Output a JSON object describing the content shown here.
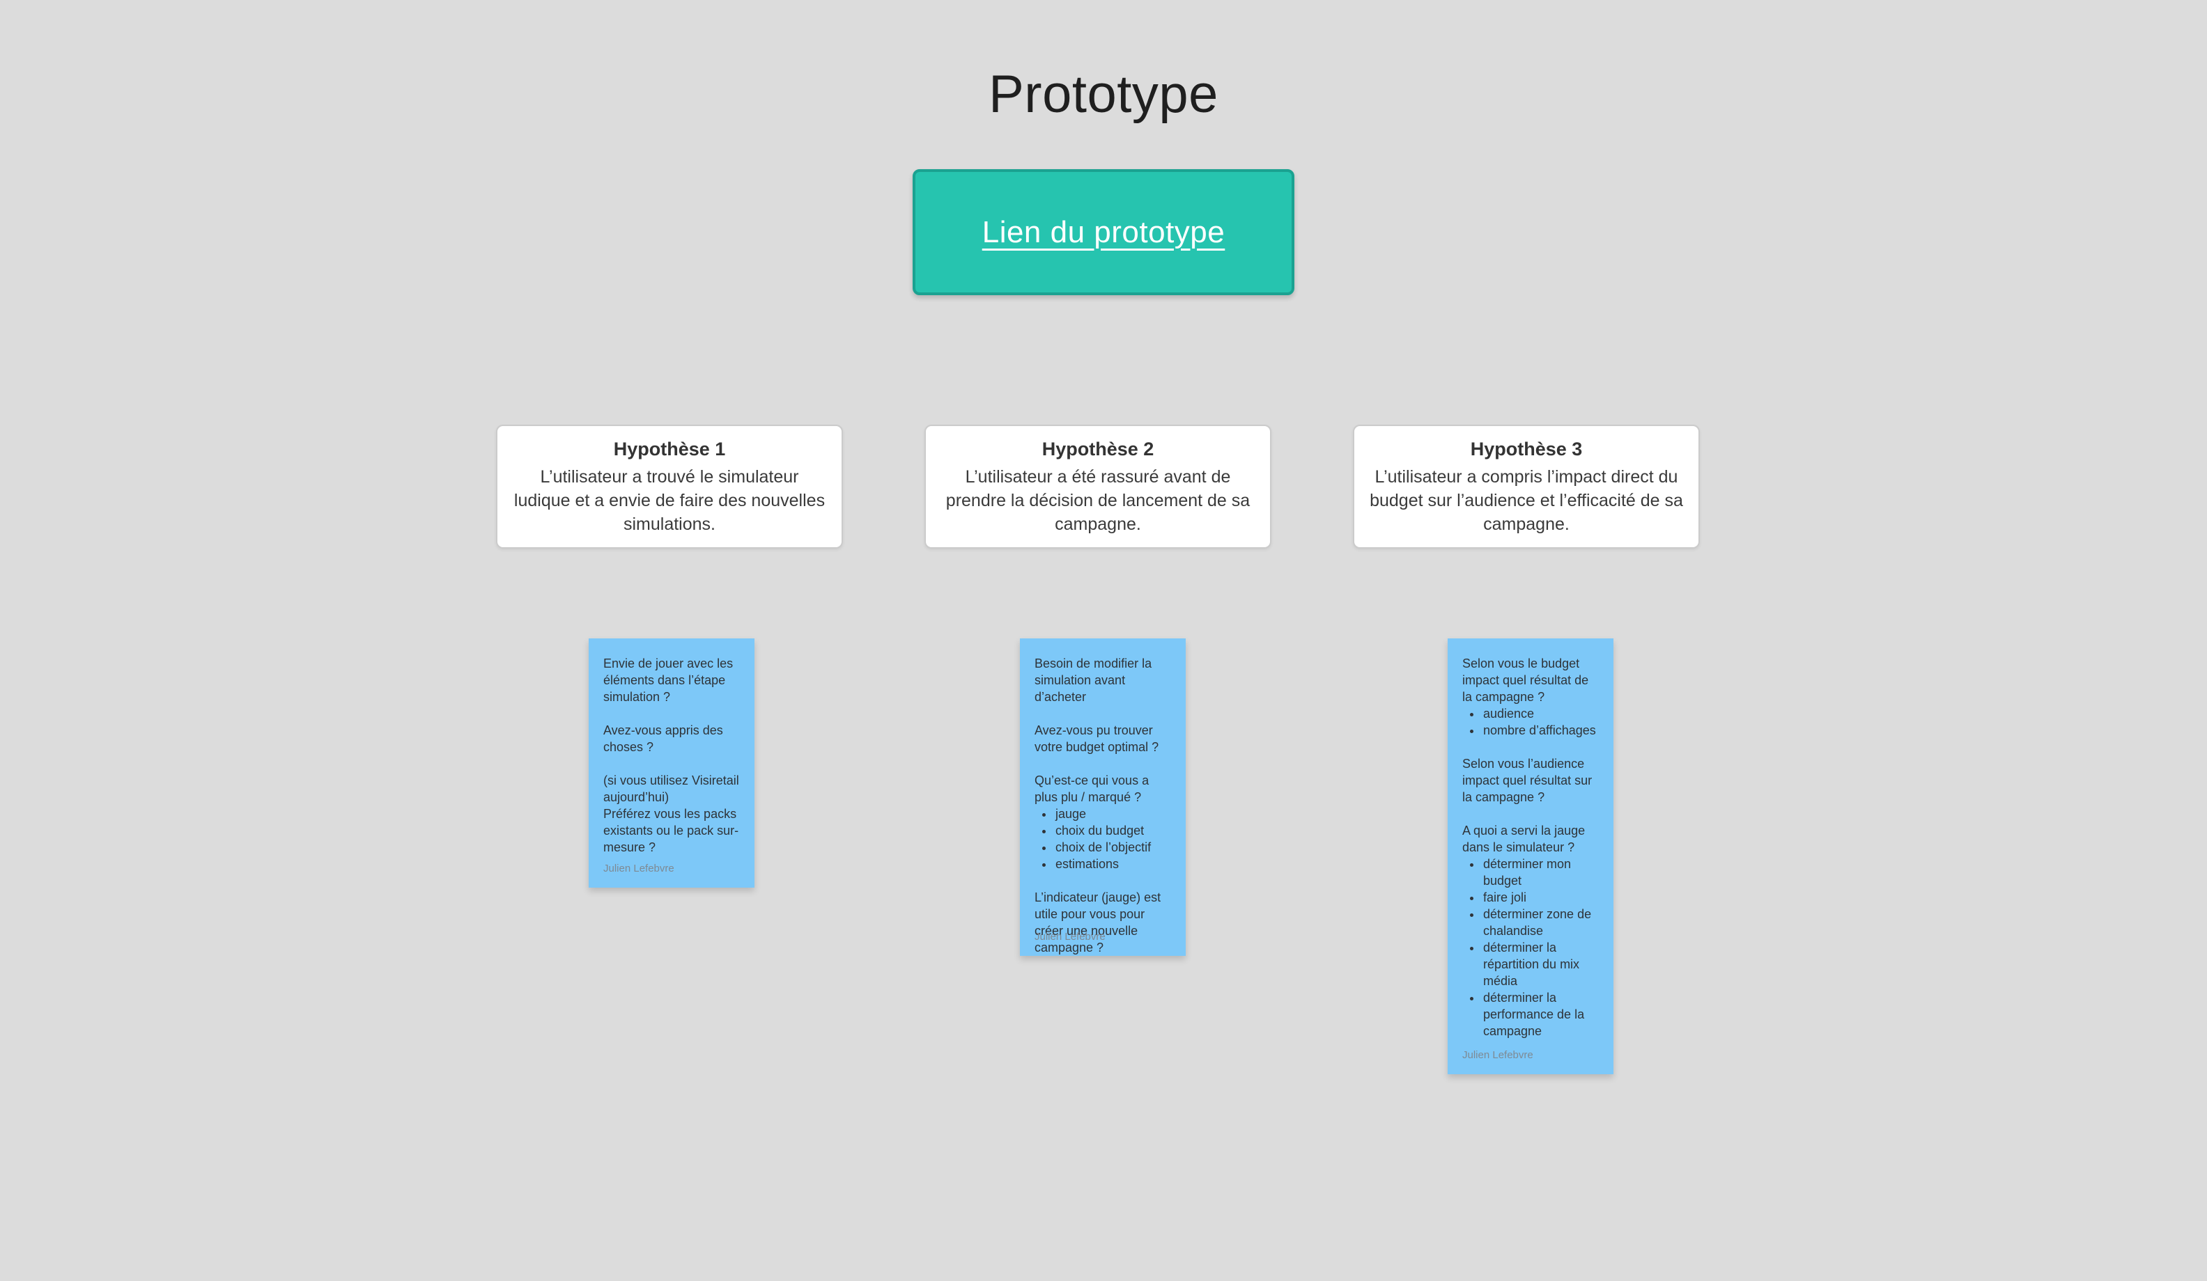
{
  "canvas": {
    "background": "#DCDCDC"
  },
  "title": "Prototype",
  "prototype_button": {
    "label": "Lien du prototype",
    "fill": "#26C4AF",
    "border_color": "#1BA291",
    "text_color": "#FFFFFF"
  },
  "hypothesis_cards": [
    {
      "title": "Hypothèse 1",
      "body": "L’utilisateur a trouvé le simulateur ludique et a envie de faire des nouvelles simulations."
    },
    {
      "title": "Hypothèse 2",
      "body": "L’utilisateur a été rassuré avant de prendre la décision de lancement de sa campagne."
    },
    {
      "title": "Hypothèse 3",
      "body": "L’utilisateur a compris l’impact direct du budget sur l’audience et l’efficacité de sa campagne."
    }
  ],
  "sticky_notes": [
    {
      "color": "#7DC8F8",
      "author": "Julien Lefebvre",
      "blocks": [
        {
          "type": "paragraph",
          "text": "Envie de jouer avec les éléments dans l’étape simulation ?"
        },
        {
          "type": "paragraph",
          "text": "Avez-vous appris des choses ?"
        },
        {
          "type": "paragraph",
          "text": "(si vous utilisez Visiretail aujourd’hui)\nPréférez vous les packs existants ou le pack sur-mesure ?"
        }
      ]
    },
    {
      "color": "#7DC8F8",
      "author": "Julien Lefebvre",
      "blocks": [
        {
          "type": "paragraph",
          "text": "Besoin de modifier la simulation avant d’acheter"
        },
        {
          "type": "paragraph",
          "text": "Avez-vous pu trouver votre budget optimal ?"
        },
        {
          "type": "paragraph",
          "text": "Qu’est-ce qui vous a plus plu / marqué ?"
        },
        {
          "type": "bullets",
          "items": [
            "jauge",
            "choix du budget",
            "choix de l’objectif",
            "estimations"
          ]
        },
        {
          "type": "paragraph",
          "text": "L’indicateur (jauge) est utile pour vous pour créer une nouvelle campagne ?"
        }
      ]
    },
    {
      "color": "#7DC8F8",
      "author": "Julien Lefebvre",
      "blocks": [
        {
          "type": "paragraph",
          "text": "Selon vous le budget impact quel résultat de la campagne ?"
        },
        {
          "type": "bullets",
          "items": [
            "audience",
            "nombre d’affichages"
          ]
        },
        {
          "type": "paragraph",
          "text": "Selon vous l’audience impact quel résultat sur la campagne ?"
        },
        {
          "type": "paragraph",
          "text": "A quoi a servi la jauge dans le simulateur ?"
        },
        {
          "type": "bullets",
          "items": [
            "déterminer mon budget",
            "faire joli",
            "déterminer zone de chalandise",
            "déterminer la répartition du mix média",
            "déterminer la performance de la campagne"
          ]
        }
      ]
    }
  ]
}
